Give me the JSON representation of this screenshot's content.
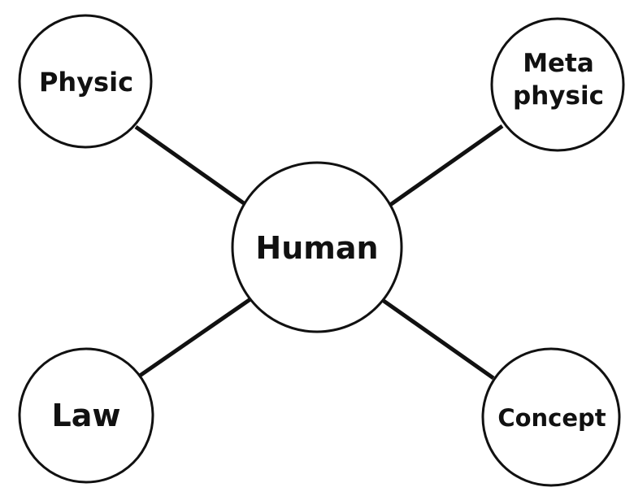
{
  "center": {
    "label": "Human"
  },
  "nodes": [
    {
      "id": "physic",
      "lines": [
        "Physic"
      ]
    },
    {
      "id": "metaphysic",
      "lines": [
        "Meta",
        "physic"
      ]
    },
    {
      "id": "law",
      "lines": [
        "Law"
      ]
    },
    {
      "id": "concept",
      "lines": [
        "Concept"
      ]
    }
  ]
}
